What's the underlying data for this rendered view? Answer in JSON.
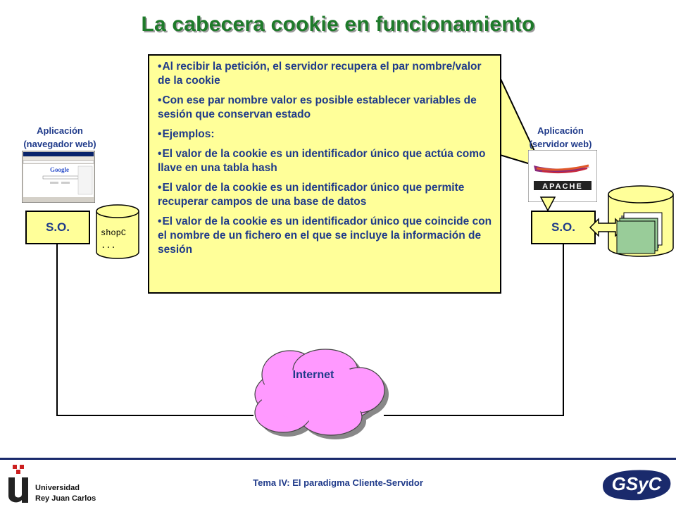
{
  "title": "La cabecera cookie en funcionamiento",
  "client": {
    "app_label_1": "Aplicación",
    "app_label_2": "(navegador web)",
    "os_label": "S.O.",
    "cookie_file_line1": "shopC",
    "cookie_file_line2": "..."
  },
  "server": {
    "app_label_1": "Aplicación",
    "app_label_2": "(servidor web)",
    "os_label": "S.O.",
    "logo_text": "APACHE"
  },
  "callout": {
    "bullets": [
      "Al recibir la petición, el servidor recupera el par nombre/valor de la cookie",
      "Con ese par nombre valor es posible establecer variables de sesión que conservan estado",
      "Ejemplos:",
      "El valor de la cookie es un identificador único que actúa como llave en una tabla hash",
      "El valor de la cookie es un identificador único que permite recuperar campos de una base de datos",
      "El valor de la cookie es un identificador único que coincide con el nombre de un fichero en el que se incluye la información de sesión"
    ]
  },
  "network": {
    "label": "Internet"
  },
  "footer": {
    "text": "Tema IV: El paradigma Cliente-Servidor",
    "university_line1": "Universidad",
    "university_line2": "Rey Juan Carlos",
    "group_logo": "GSyC"
  },
  "colors": {
    "title": "#1e7a2a",
    "label_text": "#1f3a8a",
    "box_fill": "#ffff99",
    "cloud_fill": "#ff99ff",
    "footer_line": "#1a2a6c",
    "urjc_red": "#cc1f1f"
  }
}
